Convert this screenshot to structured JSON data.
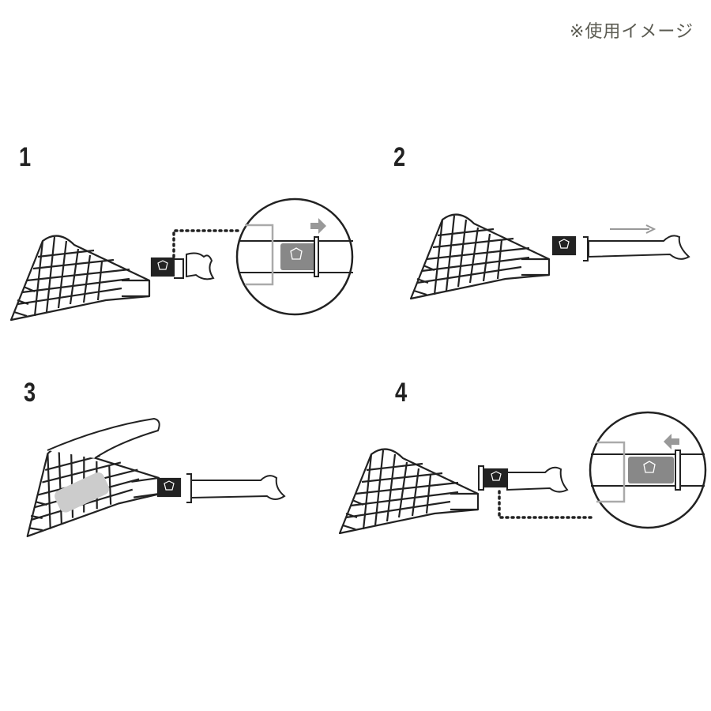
{
  "note": "※使用イメージ",
  "steps": [
    {
      "number": "1"
    },
    {
      "number": "2"
    },
    {
      "number": "3"
    },
    {
      "number": "4"
    }
  ],
  "colors": {
    "line": "#222222",
    "arrow": "#999999",
    "slider": "#888888",
    "note": "#5b5b52"
  }
}
